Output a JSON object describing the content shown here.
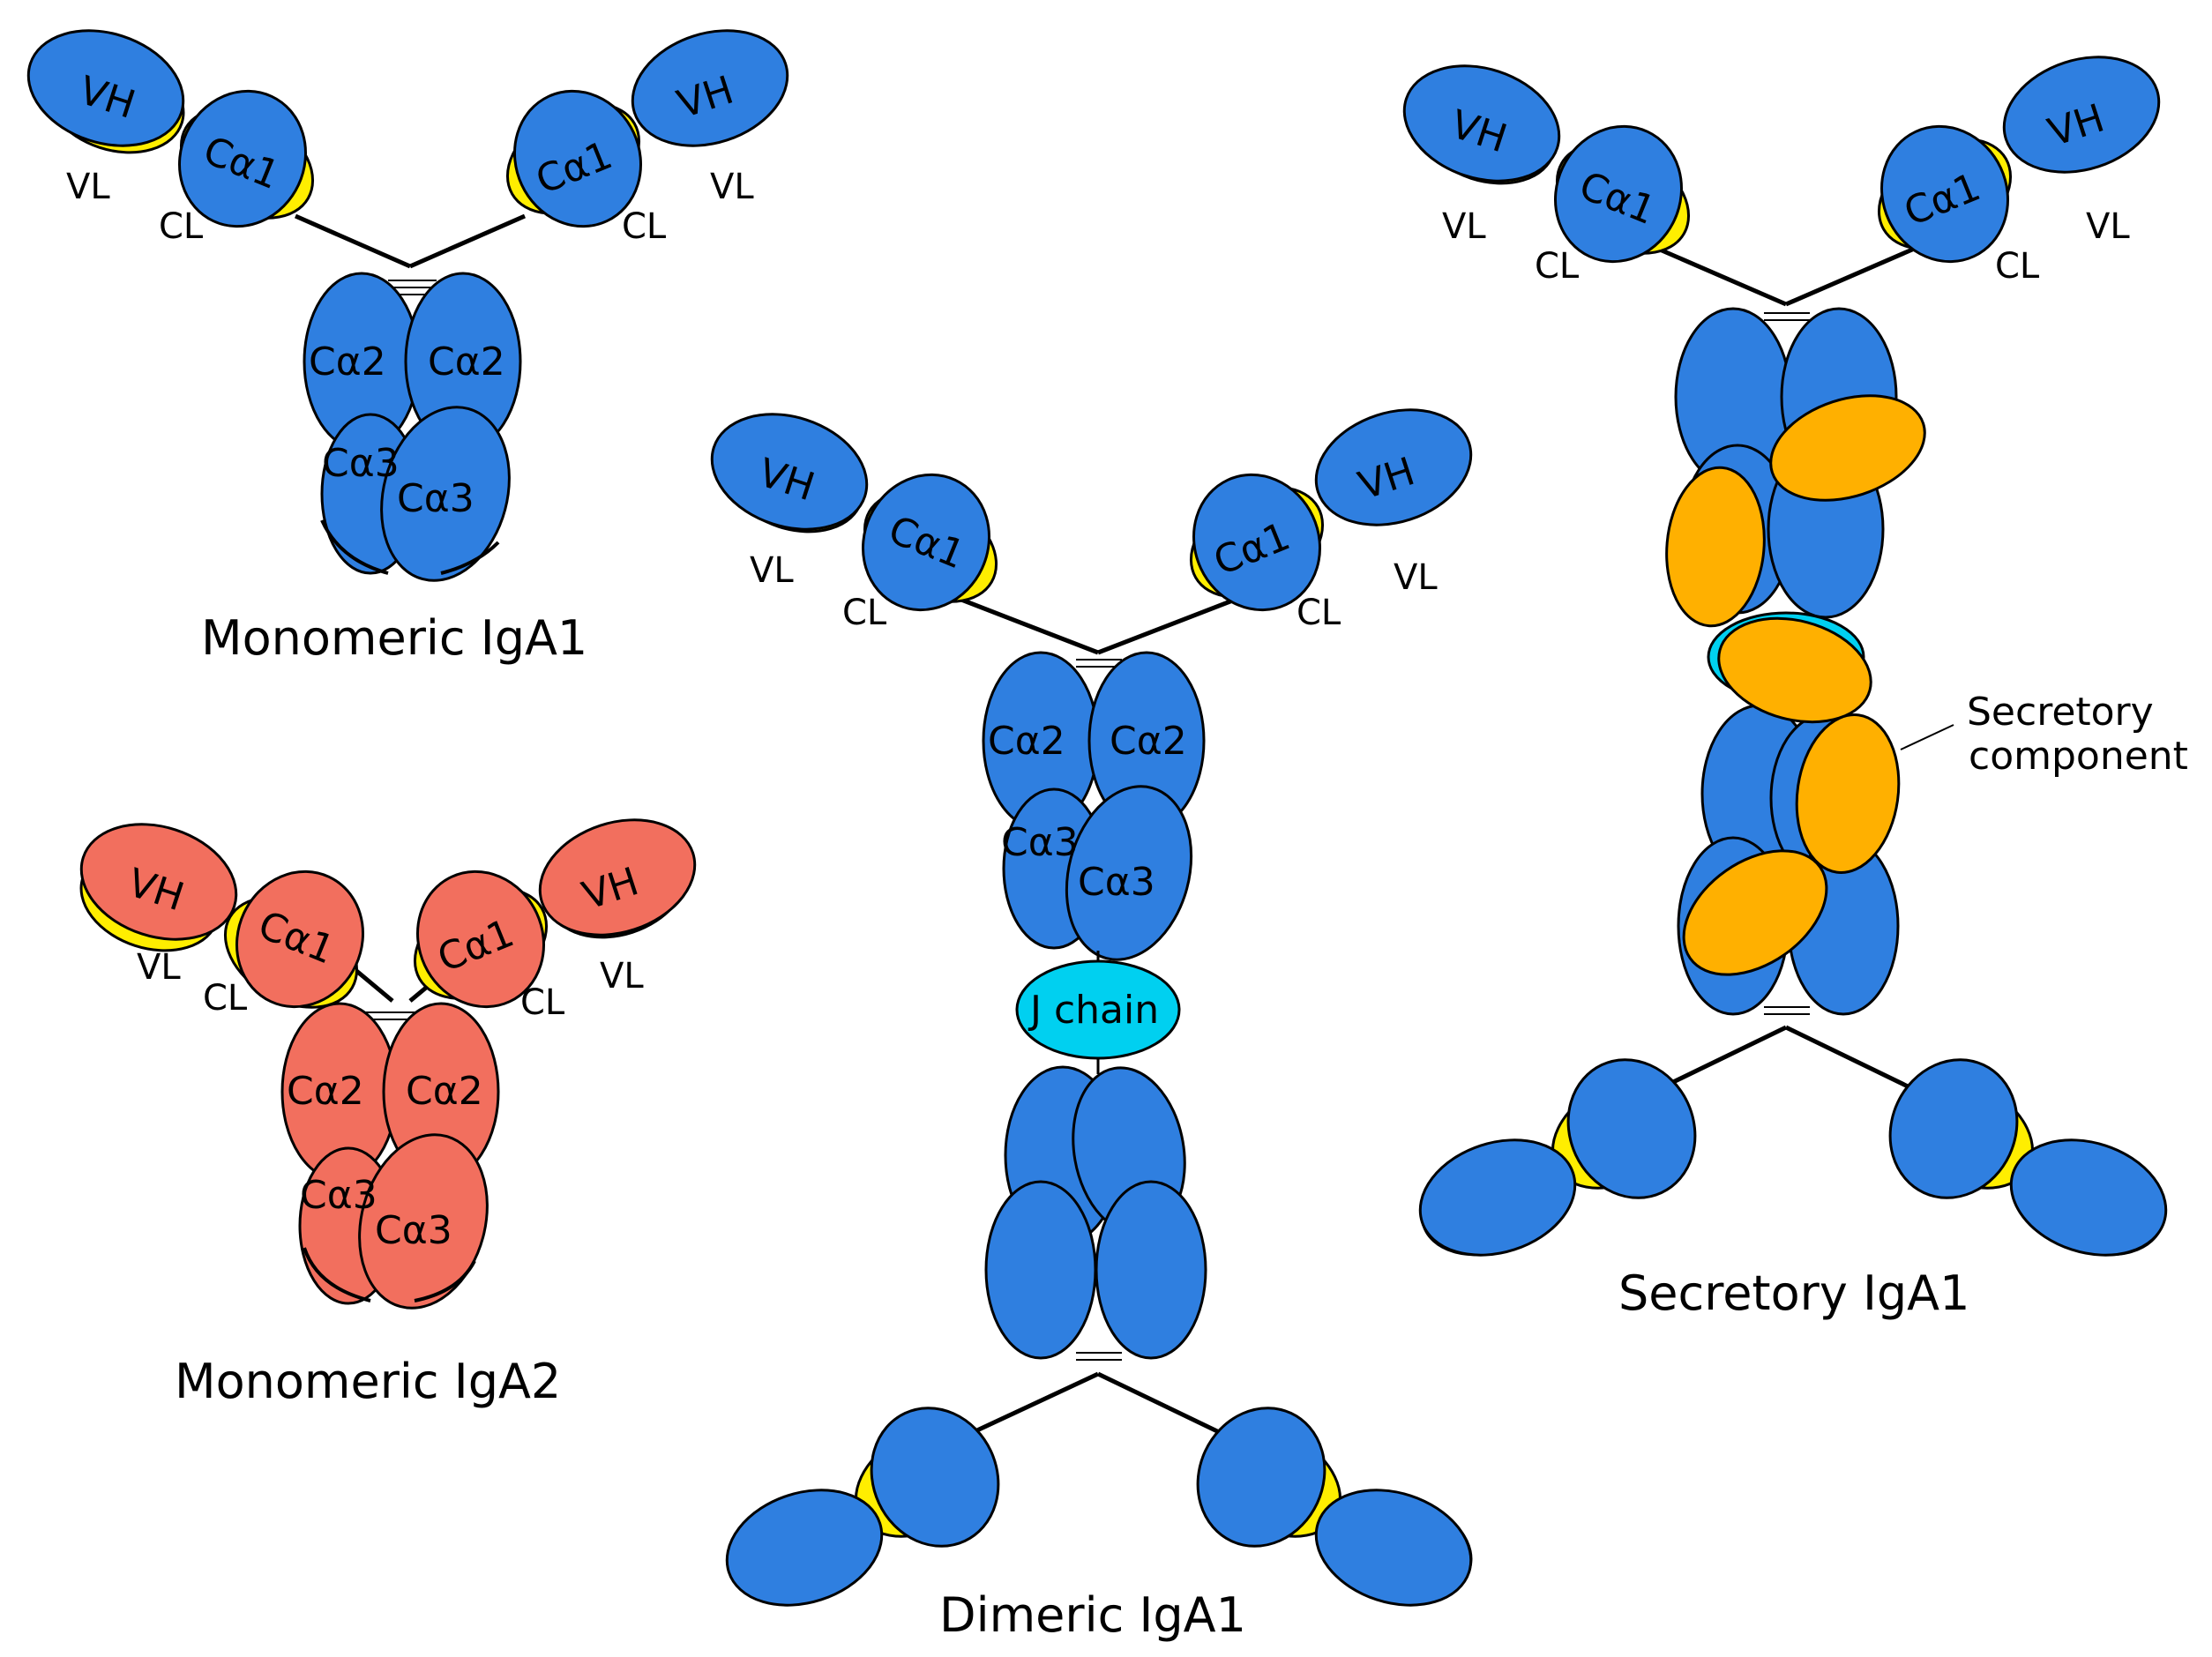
{
  "colors": {
    "heavy_chain": "#2f7fe0",
    "heavy_chain_iga2": "#f26f5e",
    "light_chain": "#ffee00",
    "j_chain": "#00d0f0",
    "secretory_component": "#ffb000"
  },
  "labels": {
    "vh": "VH",
    "vl": "VL",
    "cl": "CL",
    "ca1": "Cα1",
    "ca2": "Cα2",
    "ca3": "Cα3",
    "j_chain": "J chain"
  },
  "captions": {
    "monomeric_iga1": "Monomeric IgA1",
    "monomeric_iga2": "Monomeric IgA2",
    "dimeric_iga1": "Dimeric IgA1",
    "secretory_iga1": "Secretory IgA1"
  },
  "callout": {
    "secretory_component_line1": "Secretory",
    "secretory_component_line2": "component"
  }
}
